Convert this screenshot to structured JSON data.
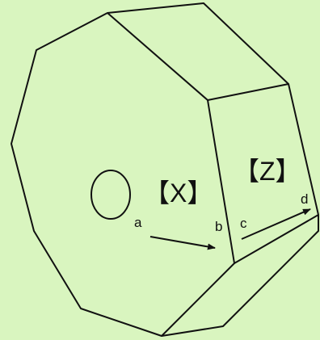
{
  "diagram": {
    "background_color": "#d9f5bf",
    "stroke_color": "#111111",
    "labels": {
      "x_face": "【X】",
      "z_face": "【Z】",
      "a": "a",
      "b": "b",
      "c": "c",
      "d": "d"
    }
  }
}
